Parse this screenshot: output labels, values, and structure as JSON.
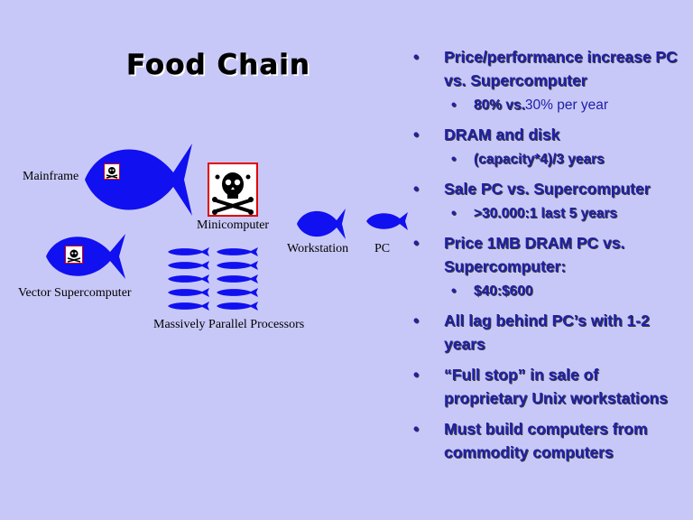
{
  "slide": {
    "title": "Food Chain",
    "labels": {
      "mainframe": "Mainframe",
      "minicomputer": "Minicomputer",
      "workstation": "Workstation",
      "pc": "PC",
      "vector_supercomputer": "Vector Supercomputer",
      "mpp": "Massively Parallel Processors"
    },
    "bullets": [
      {
        "text": "Price/performance increase PC vs. Supercomputer",
        "sub": [
          {
            "bold": "80%",
            "rest_bold": " vs.",
            "rest_normal": "30% per year"
          }
        ]
      },
      {
        "text": "DRAM and disk",
        "sub": [
          {
            "bold": "(capacity*4)/3 years",
            "rest_bold": "",
            "rest_normal": ""
          }
        ]
      },
      {
        "text": "Sale PC vs. Supercomputer",
        "sub": [
          {
            "bold": ">30.000:1 last 5 years",
            "rest_bold": "",
            "rest_normal": ""
          }
        ]
      },
      {
        "text": "Price 1MB DRAM PC vs. Supercomputer:",
        "sub": [
          {
            "bold": "$40:$600",
            "rest_bold": "",
            "rest_normal": ""
          }
        ]
      },
      {
        "text": "All lag behind PC’s with 1-2 years",
        "sub": []
      },
      {
        "text": "“Full stop” in sale of proprietary Unix workstations",
        "sub": []
      },
      {
        "text": "Must build computers from commodity computers",
        "sub": []
      }
    ],
    "colors": {
      "background": "#c8c8f8",
      "fish": "#1010f0",
      "text_blue": "#2020a8",
      "skull_frame": "#e00000"
    },
    "icons": [
      "fish-icon",
      "skull-crossbones-icon"
    ]
  }
}
